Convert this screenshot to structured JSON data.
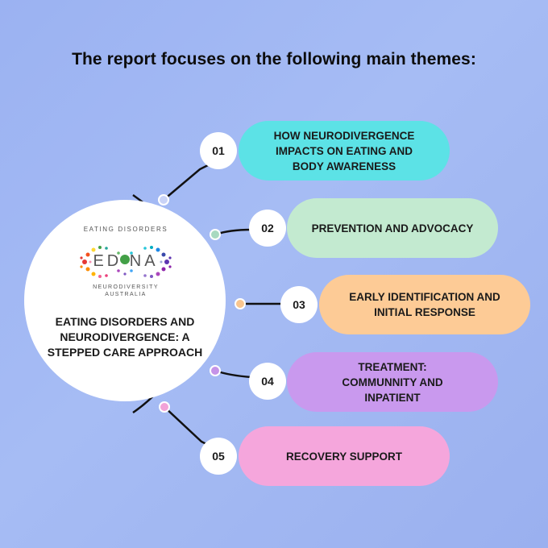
{
  "heading": "The report focuses on the following main themes:",
  "hub": {
    "logo_top": "EATING DISORDERS",
    "logo_word": "ED  NA",
    "logo_bottom_1": "NEURODIVERSITY",
    "logo_bottom_2": "AUSTRALIA",
    "title": "EATING DISORDERS AND NEURODIVERGENCE: A STEPPED CARE APPROACH"
  },
  "themes": [
    {
      "number": "01",
      "label": "HOW NEURODIVERGENCE IMPACTS ON EATING AND BODY AWARENESS",
      "color": "#5ce2e6",
      "dot": "#b9c8f5"
    },
    {
      "number": "02",
      "label": "PREVENTION AND ADVOCACY",
      "color": "#c3ead0",
      "dot": "#a8d9c0"
    },
    {
      "number": "03",
      "label": "EARLY IDENTIFICATION AND INITIAL RESPONSE",
      "color": "#fdcb96",
      "dot": "#f9c58f"
    },
    {
      "number": "04",
      "label": "TREATMENT: COMMUNNITY AND INPATIENT",
      "color": "#c999ee",
      "dot": "#c593e8"
    },
    {
      "number": "05",
      "label": "RECOVERY SUPPORT",
      "color": "#f5a6dc",
      "dot": "#f2a3d8"
    }
  ],
  "colors": {
    "background": "#a0b6f2",
    "line": "#111111"
  }
}
